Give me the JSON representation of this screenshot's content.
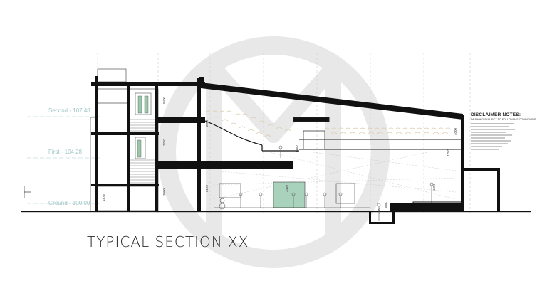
{
  "drawing_title": "TYPICAL SECTION XX",
  "levels": [
    {
      "label": "Second - 107.48"
    },
    {
      "label": "First - 104.28"
    },
    {
      "label": "Ground - 100.00"
    }
  ],
  "disclaimer": {
    "title": "DISCLAIMER NOTES:",
    "subtitle": "DRAWING SUBJECT TO FOLLOWING CONDITIONS"
  },
  "dimensions": [
    "1875",
    "3000",
    "2750",
    "5400",
    "2120",
    "2800",
    "3410",
    "1150",
    "4750",
    "4000",
    "1800",
    "450",
    "680"
  ],
  "colors": {
    "structure": "#111111",
    "level_lines": "#a6cccc",
    "watermark": "#e6e6e6",
    "seats": "#e3d8bf"
  }
}
